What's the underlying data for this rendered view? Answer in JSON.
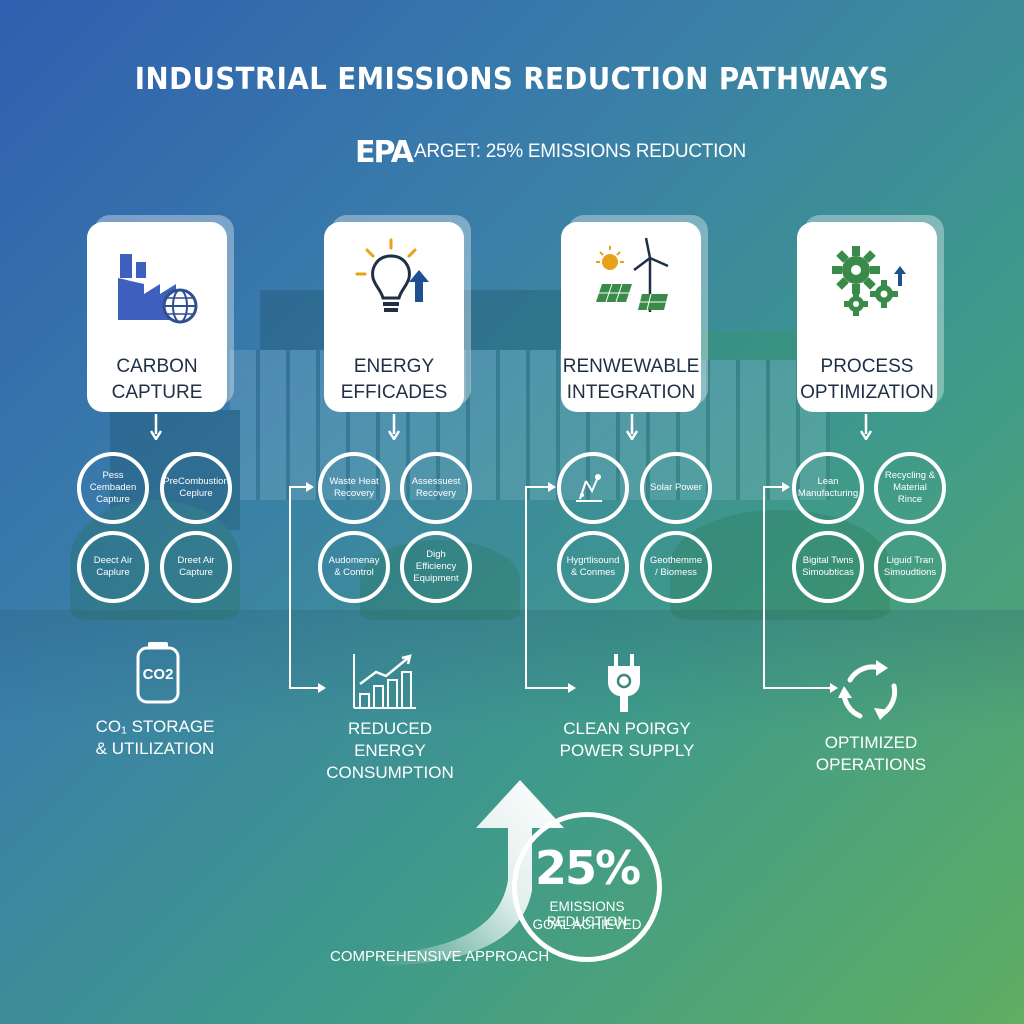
{
  "title": "INDUSTRIAL EMISSIONS REDUCTION PATHWAYS",
  "epa_logo": "EPA",
  "subtitle": "ARGET: 25% EMISSIONS REDUCTION",
  "icons": {
    "card_1": "factory-globe-icon",
    "card_2": "lightbulb-arrow-icon",
    "card_3": "sun-wind-solar-icon",
    "card_4": "gears-arrow-icon",
    "outcome_1": "co2-canister-icon",
    "outcome_2": "bar-chart-up-icon",
    "outcome_3": "power-plug-icon",
    "outcome_4": "recycle-arrows-icon"
  },
  "pathways": [
    {
      "title_line1": "CARBON",
      "title_line2": "CAPTURE",
      "methods": [
        "Pess Cembaden Capture",
        "PreCombustion Ceplure",
        "Deect Air Caplure",
        "Dreet Air Capture"
      ],
      "outcome_icon_text": "CO2",
      "outcome_line1": "CO₁ STORAGE",
      "outcome_line2": "& UTILIZATION"
    },
    {
      "title_line1": "ENERGY",
      "title_line2": "EFFICADES",
      "methods": [
        "Waste Heat Recovery",
        "Assessuest Recovery",
        "Audomenay & Control",
        "Digh Efficiency Equipment"
      ],
      "outcome_line1": "REDUCED ENERGY",
      "outcome_line2": "CONSUMPTION"
    },
    {
      "title_line1": "RENWEWABLE",
      "title_line2": "INTEGRATION",
      "methods": [
        "",
        "Solar Power",
        "Hygrtlisound & Conmes",
        "Geothemme / Biomess"
      ],
      "outcome_line1": "CLEAN POIRGY",
      "outcome_line2": "POWER SUPPLY"
    },
    {
      "title_line1": "PROCESS",
      "title_line2": "OPTIMIZATION",
      "methods": [
        "Lean Manufacturing",
        "Recycling & Material Rince",
        "Bigital Twns Simoubticas",
        "Liguid Tran Simoudtions"
      ],
      "outcome_line1": "OPTIMIZED",
      "outcome_line2": "OPERATIONS"
    }
  ],
  "goal": {
    "percent": "25%",
    "line1": "EMISSIONS REDUCTION",
    "line2": "GOAL ACHIEVED"
  },
  "approach_label": "COMPREHENSIVE APPROACH"
}
